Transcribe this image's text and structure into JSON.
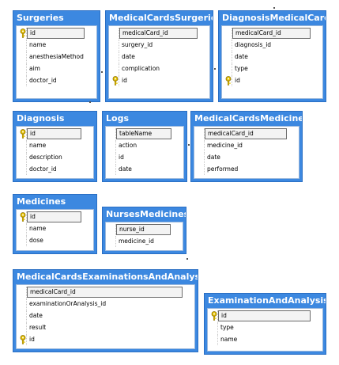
{
  "tables": [
    {
      "name": "Surgeries",
      "columns": [
        {
          "name": "id",
          "key": true,
          "selected": true
        },
        {
          "name": "name"
        },
        {
          "name": "anesthesiaMethod"
        },
        {
          "name": "aim"
        },
        {
          "name": "doctor_id"
        }
      ]
    },
    {
      "name": "MedicalCardsSurgeries",
      "columns": [
        {
          "name": "medicalCard_id",
          "selected": true
        },
        {
          "name": "surgery_id"
        },
        {
          "name": "date"
        },
        {
          "name": "complication"
        },
        {
          "name": "id",
          "key": true
        }
      ]
    },
    {
      "name": "DiagnosisMedicalCards",
      "columns": [
        {
          "name": "medicalCard_id",
          "selected": true
        },
        {
          "name": "diagnosis_id"
        },
        {
          "name": "date"
        },
        {
          "name": "type"
        },
        {
          "name": "id",
          "key": true
        }
      ]
    },
    {
      "name": "Diagnosis",
      "columns": [
        {
          "name": "id",
          "key": true,
          "selected": true
        },
        {
          "name": "name"
        },
        {
          "name": "description"
        },
        {
          "name": "doctor_id"
        }
      ]
    },
    {
      "name": "Logs",
      "columns": [
        {
          "name": "tableName",
          "selected": true
        },
        {
          "name": "action"
        },
        {
          "name": "id"
        },
        {
          "name": "date"
        }
      ]
    },
    {
      "name": "MedicalCardsMedicines",
      "columns": [
        {
          "name": "medicalCard_id",
          "selected": true
        },
        {
          "name": "medicine_id"
        },
        {
          "name": "date"
        },
        {
          "name": "performed"
        }
      ]
    },
    {
      "name": "Medicines",
      "columns": [
        {
          "name": "id",
          "key": true,
          "selected": true
        },
        {
          "name": "name"
        },
        {
          "name": "dose"
        }
      ]
    },
    {
      "name": "NursesMedicines",
      "columns": [
        {
          "name": "nurse_id",
          "selected": true
        },
        {
          "name": "medicine_id"
        }
      ]
    },
    {
      "name": "MedicalCardsExaminationsAndAnalysis",
      "columns": [
        {
          "name": "medicalCard_id",
          "selected": true
        },
        {
          "name": "examinationOrAnalysis_id"
        },
        {
          "name": "date"
        },
        {
          "name": "result"
        },
        {
          "name": "id",
          "key": true
        }
      ]
    },
    {
      "name": "ExaminationAndAnalysis",
      "columns": [
        {
          "name": "id",
          "key": true,
          "selected": true
        },
        {
          "name": "type"
        },
        {
          "name": "name"
        }
      ]
    }
  ],
  "colors": {
    "table_header": "#3c88e0",
    "key_icon": "#d4b000"
  },
  "icons": {
    "primary_key": "key-icon"
  }
}
